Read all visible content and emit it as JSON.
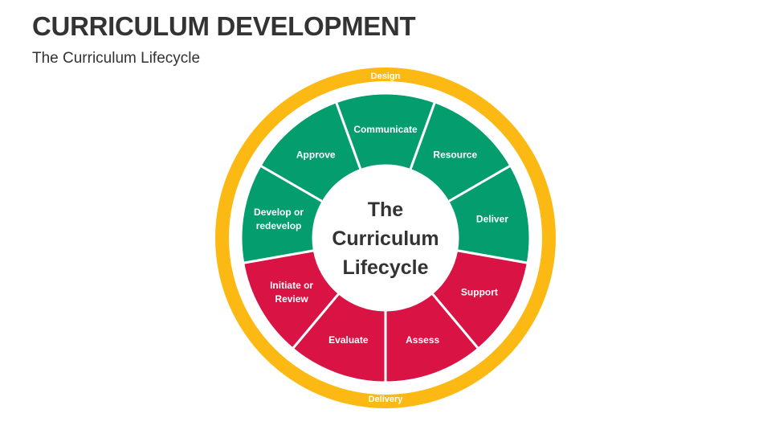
{
  "header": {
    "title": "CURRICULUM DEVELOPMENT",
    "subtitle": "The Curriculum Lifecycle"
  },
  "diagram": {
    "ring": {
      "top_label": "Design",
      "bottom_label": "Delivery",
      "color": "#FDB913"
    },
    "center_lines": [
      "The",
      "Curriculum",
      "Lifecycle"
    ],
    "colors": {
      "green": "#049D6E",
      "red": "#D91343",
      "center_fill": "#ffffff"
    },
    "segments": [
      {
        "lines": [
          "Communicate"
        ],
        "phase": "green"
      },
      {
        "lines": [
          "Resource"
        ],
        "phase": "green"
      },
      {
        "lines": [
          "Deliver"
        ],
        "phase": "green"
      },
      {
        "lines": [
          "Support"
        ],
        "phase": "red"
      },
      {
        "lines": [
          "Assess"
        ],
        "phase": "red"
      },
      {
        "lines": [
          "Evaluate"
        ],
        "phase": "red"
      },
      {
        "lines": [
          "Initiate or",
          "Review"
        ],
        "phase": "red"
      },
      {
        "lines": [
          "Develop or",
          "redevelop"
        ],
        "phase": "green"
      },
      {
        "lines": [
          "Approve"
        ],
        "phase": "green"
      }
    ]
  }
}
